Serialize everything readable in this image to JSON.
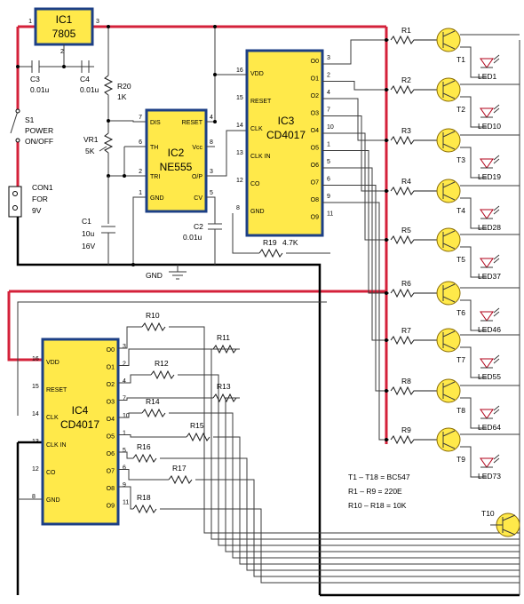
{
  "regulator": {
    "name": "IC1",
    "part": "7805",
    "pin1": "1",
    "pin2": "2",
    "pin3": "3"
  },
  "timer": {
    "name": "IC2",
    "part": "NE555",
    "pins": {
      "dis": "DIS",
      "th": "TH",
      "tri": "TRI",
      "gnd": "GND",
      "reset": "RESET",
      "vcc": "Vcc",
      "op": "O/P",
      "cv": "CV"
    },
    "nums": {
      "dis": "7",
      "th": "6",
      "tri": "2",
      "gnd": "1",
      "reset": "4",
      "vcc": "8",
      "op": "3",
      "cv": "5"
    }
  },
  "counter1": {
    "name": "IC3",
    "part": "CD4017",
    "left_pins": [
      "VDD",
      "RESET",
      "CLK",
      "CLK IN",
      "CO",
      "GND"
    ],
    "left_nums": [
      "16",
      "15",
      "14",
      "13",
      "12",
      "8"
    ],
    "right_pins": [
      "O0",
      "O1",
      "O2",
      "O3",
      "O4",
      "O5",
      "O6",
      "O7",
      "O8",
      "O9"
    ],
    "right_nums": [
      "3",
      "2",
      "4",
      "7",
      "10",
      "1",
      "5",
      "6",
      "9",
      "11"
    ]
  },
  "counter2": {
    "name": "IC4",
    "part": "CD4017",
    "left_pins": [
      "VDD",
      "RESET",
      "CLK",
      "CLK IN",
      "CO",
      "GND"
    ],
    "left_nums": [
      "16",
      "15",
      "14",
      "13",
      "12",
      "8"
    ],
    "right_pins": [
      "O0",
      "O1",
      "O2",
      "O3",
      "O4",
      "O5",
      "O6",
      "O7",
      "O8",
      "O9"
    ],
    "right_nums": [
      "3",
      "2",
      "4",
      "7",
      "10",
      "1",
      "5",
      "6",
      "9",
      "11"
    ]
  },
  "caps": {
    "c3": "C3",
    "c3v": "0.01u",
    "c4": "C4",
    "c4v": "0.01u",
    "c1": "C1",
    "c1v": "10u",
    "c1v2": "16V",
    "c2": "C2",
    "c2v": "0.01u"
  },
  "resistors": {
    "r20": "R20",
    "r20v": "1K",
    "vr1": "VR1",
    "vr1v": "5K",
    "r19": "R19",
    "r19v": "4.7K"
  },
  "switch": {
    "name": "S1",
    "label1": "POWER",
    "label2": "ON/OFF"
  },
  "connector": {
    "name": "CON1",
    "label1": "FOR",
    "label2": "9V"
  },
  "ground": "GND",
  "row_resistors": [
    "R1",
    "R2",
    "R3",
    "R4",
    "R5",
    "R6",
    "R7",
    "R8",
    "R9"
  ],
  "col_resistors": [
    "R10",
    "R11",
    "R12",
    "R13",
    "R14",
    "R15",
    "R16",
    "R17",
    "R18"
  ],
  "transistors": [
    "T1",
    "T2",
    "T3",
    "T4",
    "T5",
    "T6",
    "T7",
    "T8",
    "T9",
    "T10"
  ],
  "leds": [
    "LED1",
    "LED10",
    "LED19",
    "LED28",
    "LED37",
    "LED46",
    "LED55",
    "LED64",
    "LED73"
  ],
  "notes": [
    "T1 – T18 = BC547",
    "R1 – R9 = 220E",
    "R10 – R18 = 10K"
  ]
}
